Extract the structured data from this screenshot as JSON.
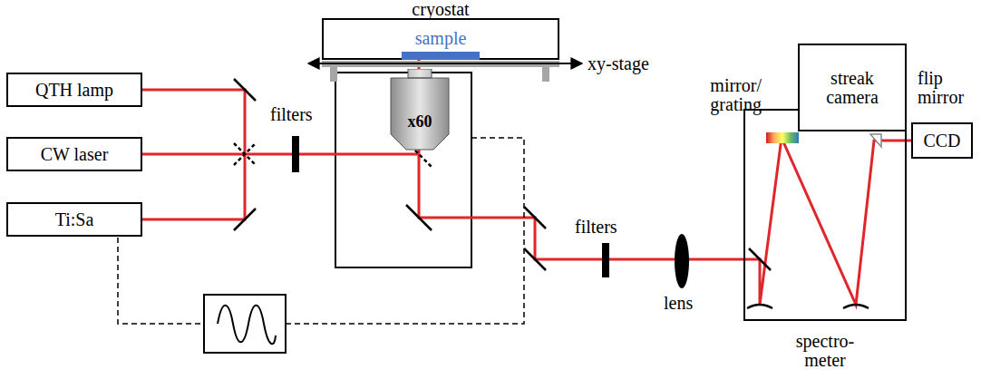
{
  "diagram": {
    "nodes": [
      {
        "text": [
          "QTH lamp"
        ]
      },
      {
        "text": [
          "CW laser"
        ]
      },
      {
        "text": [
          "Ti:Sa"
        ]
      },
      {
        "text": [
          "cryostat"
        ]
      },
      {
        "text": [
          "sample"
        ],
        "in": 3
      },
      {
        "text": [
          "x60"
        ]
      },
      {
        "text": [
          "spectro- meter"
        ]
      },
      {
        "text": [
          "streak camera"
        ]
      },
      {
        "text": [
          "CCD"
        ]
      }
    ],
    "labels": [
      "filters",
      "xy-stage",
      "filters",
      "lens",
      "mirror/ grating",
      "flip mirror"
    ]
  }
}
